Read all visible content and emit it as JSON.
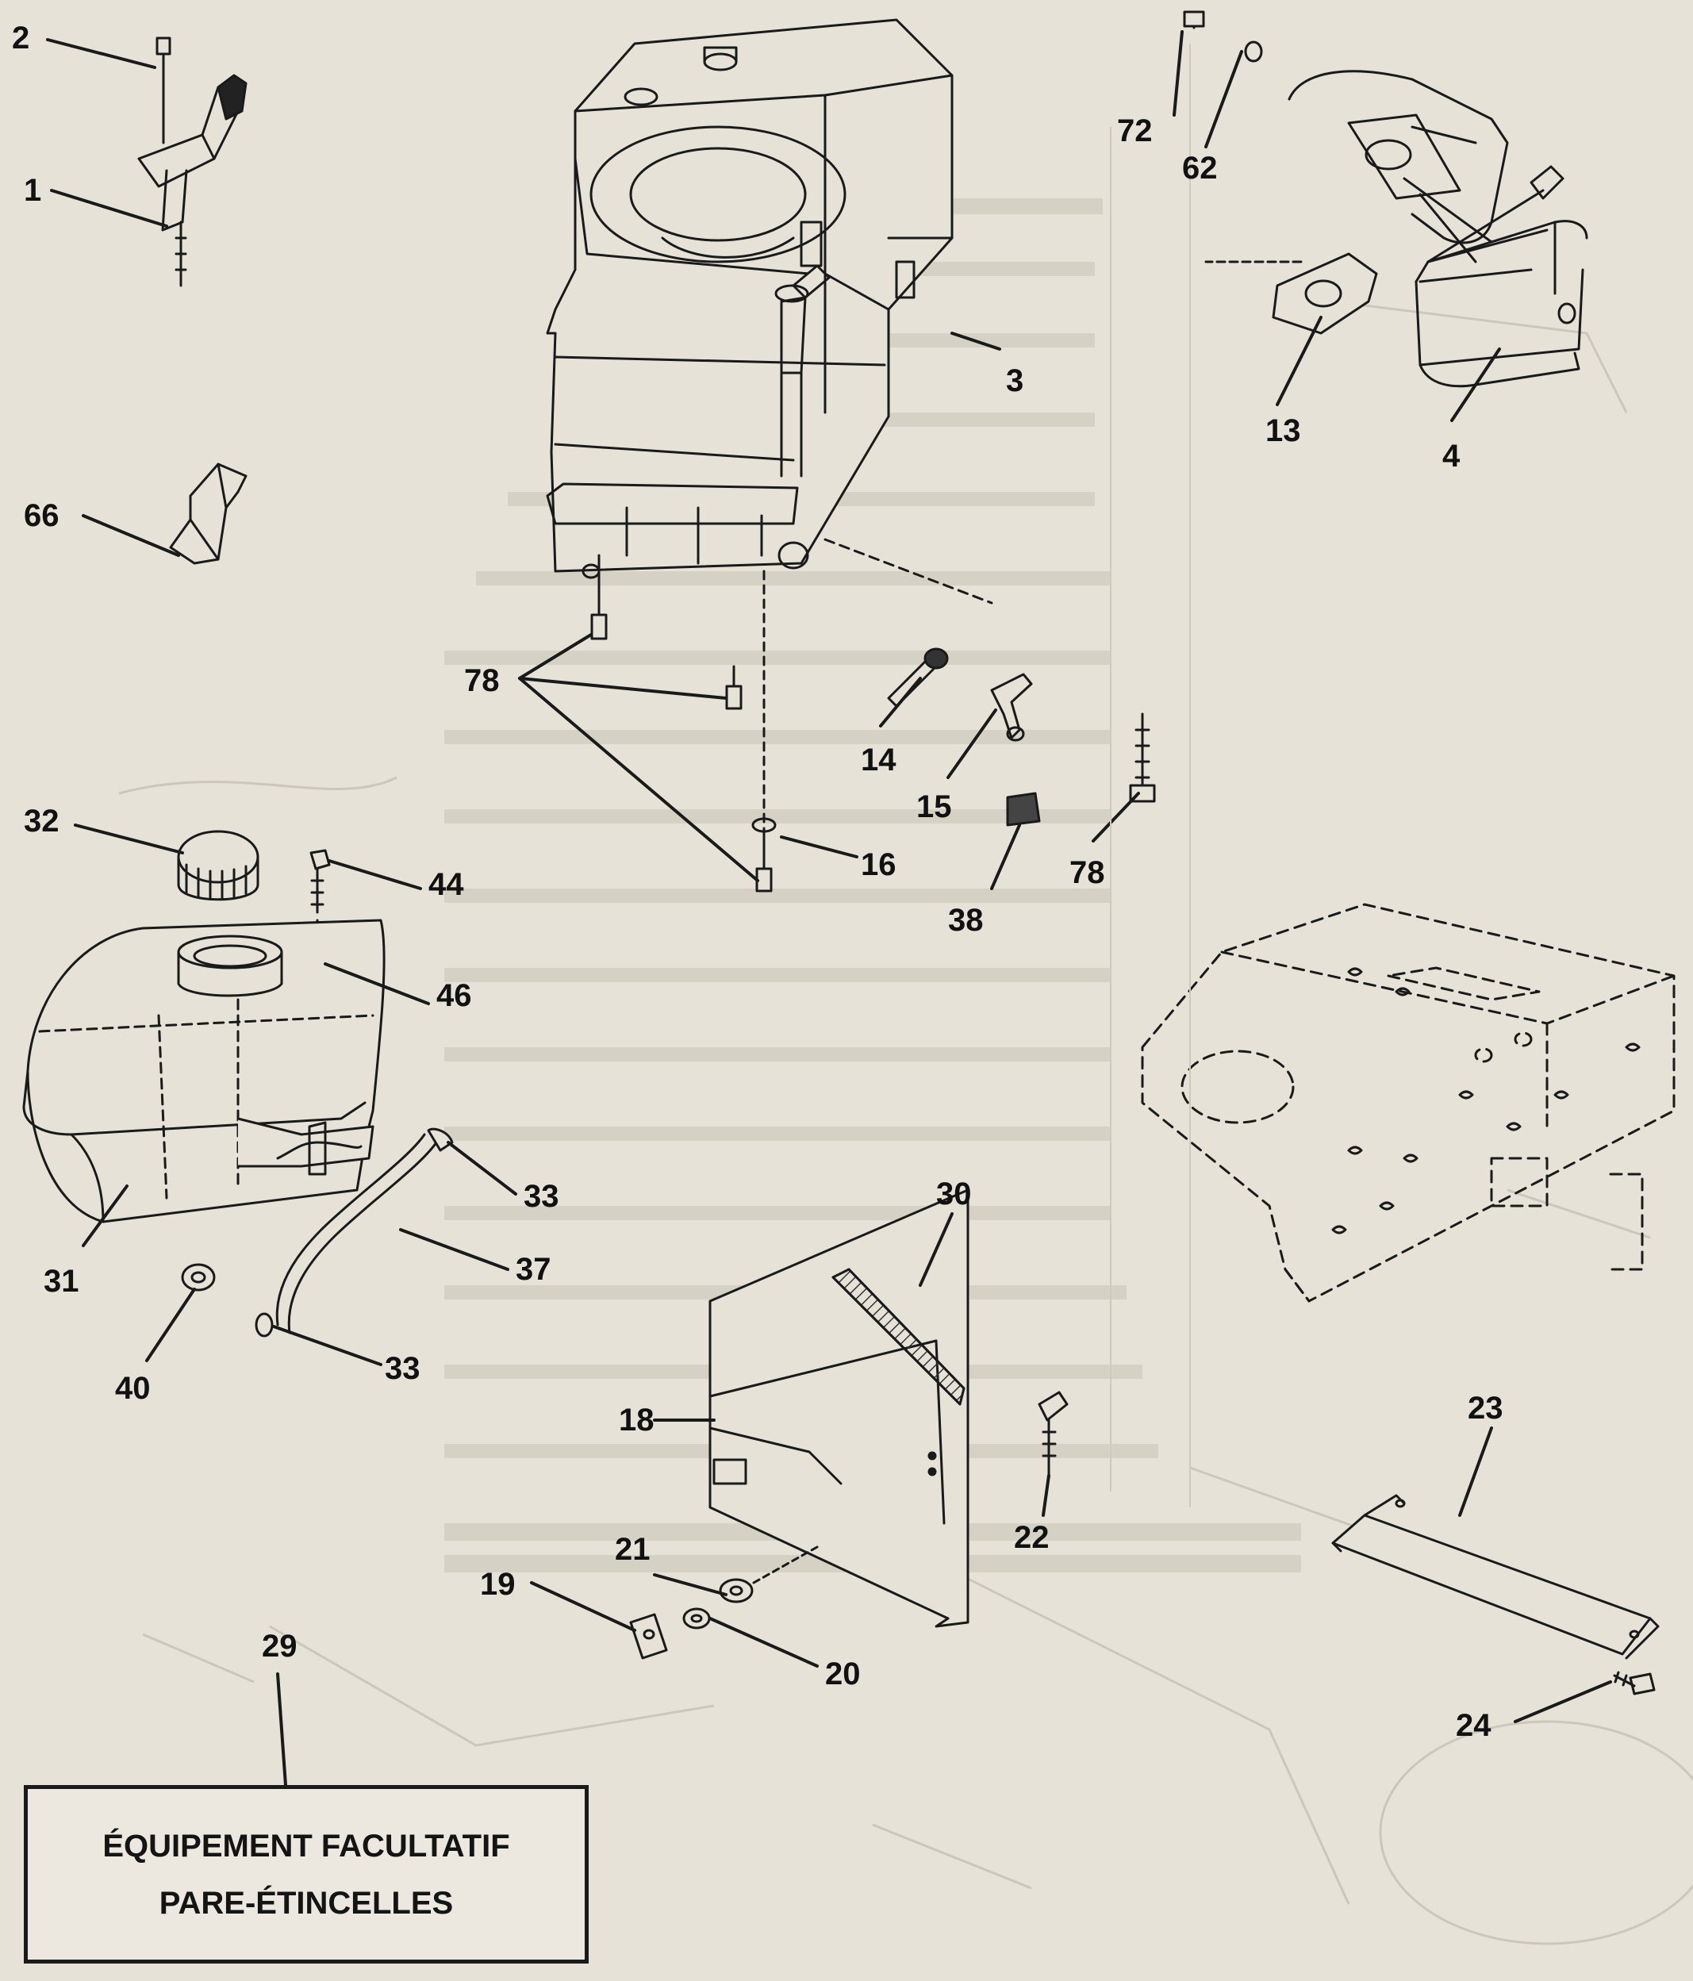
{
  "diagram": {
    "callouts": [
      {
        "id": "c2",
        "label": "2"
      },
      {
        "id": "c1",
        "label": "1"
      },
      {
        "id": "c66",
        "label": "66"
      },
      {
        "id": "c72",
        "label": "72"
      },
      {
        "id": "c62",
        "label": "62"
      },
      {
        "id": "c3",
        "label": "3"
      },
      {
        "id": "c13",
        "label": "13"
      },
      {
        "id": "c4",
        "label": "4"
      },
      {
        "id": "c78a",
        "label": "78"
      },
      {
        "id": "c14",
        "label": "14"
      },
      {
        "id": "c15",
        "label": "15"
      },
      {
        "id": "c78b",
        "label": "78"
      },
      {
        "id": "c32",
        "label": "32"
      },
      {
        "id": "c44",
        "label": "44"
      },
      {
        "id": "c16",
        "label": "16"
      },
      {
        "id": "c38",
        "label": "38"
      },
      {
        "id": "c46",
        "label": "46"
      },
      {
        "id": "c31",
        "label": "31"
      },
      {
        "id": "c33a",
        "label": "33"
      },
      {
        "id": "c37",
        "label": "37"
      },
      {
        "id": "c30",
        "label": "30"
      },
      {
        "id": "c40",
        "label": "40"
      },
      {
        "id": "c33b",
        "label": "33"
      },
      {
        "id": "c18",
        "label": "18"
      },
      {
        "id": "c23",
        "label": "23"
      },
      {
        "id": "c22",
        "label": "22"
      },
      {
        "id": "c21",
        "label": "21"
      },
      {
        "id": "c19",
        "label": "19"
      },
      {
        "id": "c20",
        "label": "20"
      },
      {
        "id": "c29",
        "label": "29"
      },
      {
        "id": "c24",
        "label": "24"
      }
    ],
    "optional_equipment": {
      "line1": "ÉQUIPEMENT FACULTATIF",
      "line2": "PARE-ÉTINCELLES"
    },
    "colors": {
      "paper": "#e6e2d8",
      "ink": "#1a1a1a",
      "ghost": "#b9b4a8"
    }
  }
}
